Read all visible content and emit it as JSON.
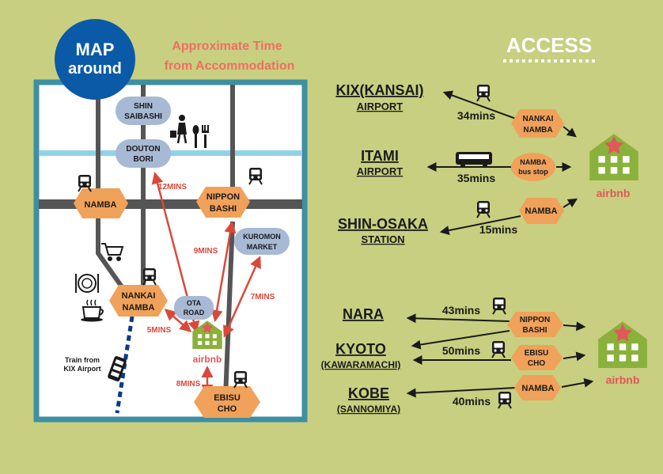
{
  "colors": {
    "background": "#c8cf80",
    "map_bg": "#ffffff",
    "map_border": "#3f8fa3",
    "road": "#555555",
    "river": "#8fd3ea",
    "station_hex": "#f0a15a",
    "place_oval": "#a7b9d4",
    "arrow_red": "#d9493a",
    "title_circle": "#0b5aa8",
    "subtitle": "#ef6f63",
    "airbnb_green": "#8ab13b",
    "airbnb_red": "#e0585a"
  },
  "map": {
    "badge_line1": "MAP",
    "badge_line2": "around",
    "subtitle_line1": "Approximate Time",
    "subtitle_line2": "from Accommodation",
    "places": {
      "shinsaibashi_1": "SHIN",
      "shinsaibashi_2": "SAIBASHI",
      "doutonbori_1": "DOUTON",
      "doutonbori_2": "BORI",
      "kuromon_1": "KUROMON",
      "kuromon_2": "MARKET",
      "otaroad_1": "OTA",
      "otaroad_2": "ROAD"
    },
    "stations": {
      "namba": "NAMBA",
      "nipponbashi_1": "NIPPON",
      "nipponbashi_2": "BASHI",
      "nankainamba_1": "NANKAI",
      "nankainamba_2": "NAMBA",
      "ebisucho_1": "EBISU",
      "ebisucho_2": "CHO"
    },
    "times": {
      "to_doutonbori": "12MINS",
      "to_nipponbashi": "9MINS",
      "to_kuromon": "7MINS",
      "to_nankai": "5MINS",
      "to_ebisucho": "8MINS"
    },
    "train_label_1": "Train from",
    "train_label_2": "KIX Airport",
    "airbnb": "airbnb"
  },
  "access": {
    "title": "ACCESS",
    "kix": {
      "name": "KIX(KANSAI)",
      "sub": "AIRPORT",
      "time": "34mins",
      "via_1": "NANKAI",
      "via_2": "NAMBA"
    },
    "itami": {
      "name": "ITAMI",
      "sub": "AIRPORT",
      "time": "35mins",
      "via_1": "NAMBA",
      "via_2": "bus stop"
    },
    "shinosaka": {
      "name": "SHIN-OSAKA",
      "sub": "STATION",
      "time": "15mins",
      "via": "NAMBA"
    },
    "nara": {
      "name": "NARA",
      "time": "43mins",
      "via_1": "NIPPON",
      "via_2": "BASHI"
    },
    "kyoto": {
      "name": "KYOTO",
      "sub": "(KAWARAMACHI)",
      "time": "50mins",
      "via_1": "EBISU",
      "via_2": "CHO"
    },
    "kobe": {
      "name": "KOBE",
      "sub": "(SANNOMIYA)",
      "time": "40mins",
      "via": "NAMBA"
    },
    "airbnb": "airbnb"
  }
}
